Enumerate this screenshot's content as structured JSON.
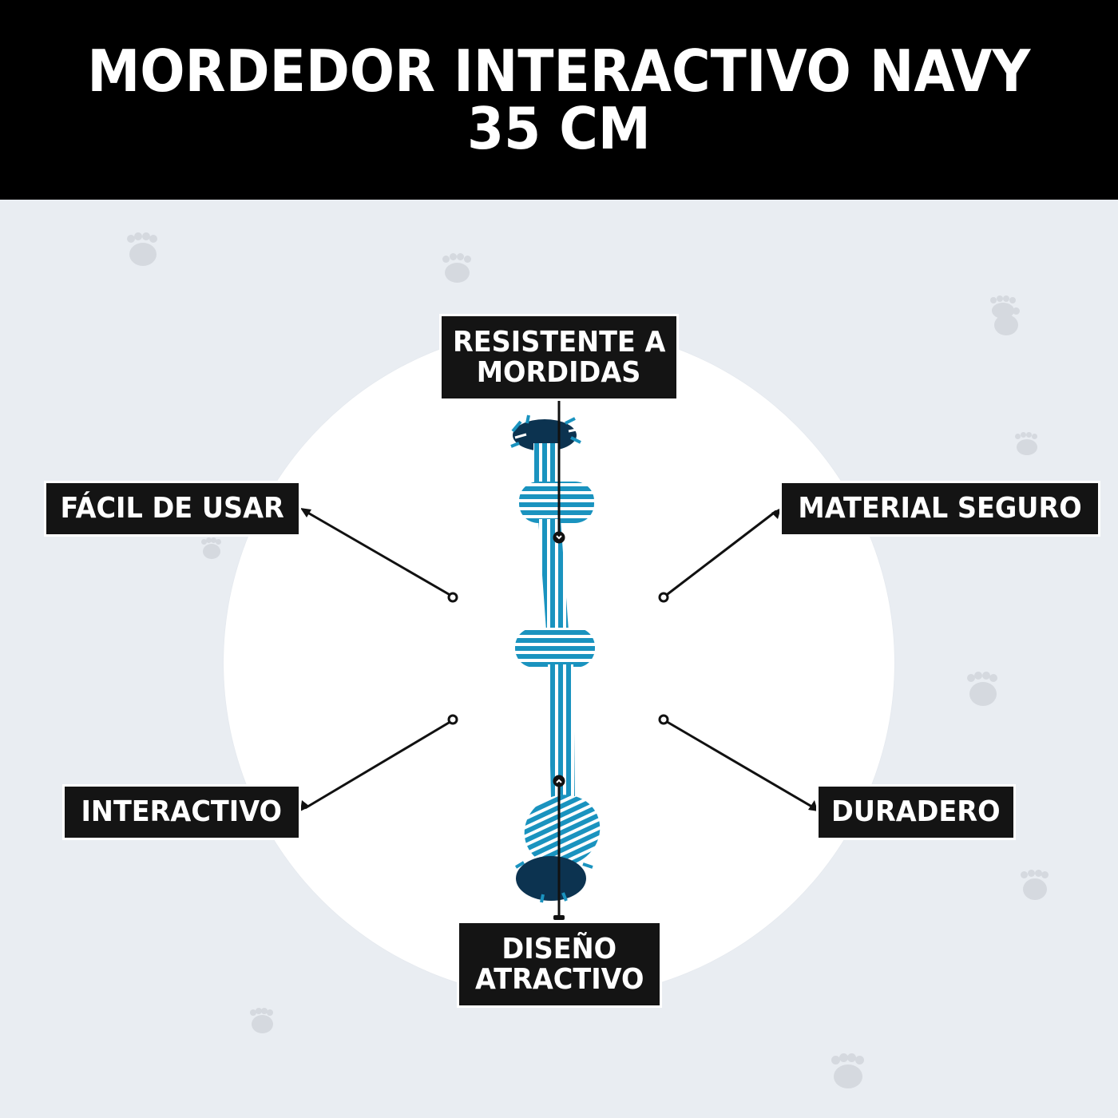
{
  "header": {
    "title_line1": "MORDEDOR INTERACTIVO NAVY",
    "title_line2": "35 CM"
  },
  "product": {
    "name": "Mordedor interactivo Navy",
    "size": "35 CM",
    "image": "blue-white-striped-rope-toy-with-knots"
  },
  "features": {
    "top": "RESISTENTE A MORDIDAS",
    "top_line1": "RESISTENTE A",
    "top_line2": "MORDIDAS",
    "left_upper": "FÁCIL DE USAR",
    "right_upper": "MATERIAL SEGURO",
    "left_lower": "INTERACTIVO",
    "right_lower": "DURADERO",
    "bottom_line1": "DISEÑO",
    "bottom_line2": "ATRACTIVO"
  },
  "colors": {
    "header_bg": "#000000",
    "page_bg": "#e9edf2",
    "circle_bg": "#ffffff",
    "label_bg": "#141414",
    "label_text": "#ffffff",
    "rope_blue": "#1a93bf",
    "rope_navy": "#0c3350",
    "paw": "#d5d9df"
  },
  "decorations": {
    "paw_icon": "paw-print-icon"
  }
}
